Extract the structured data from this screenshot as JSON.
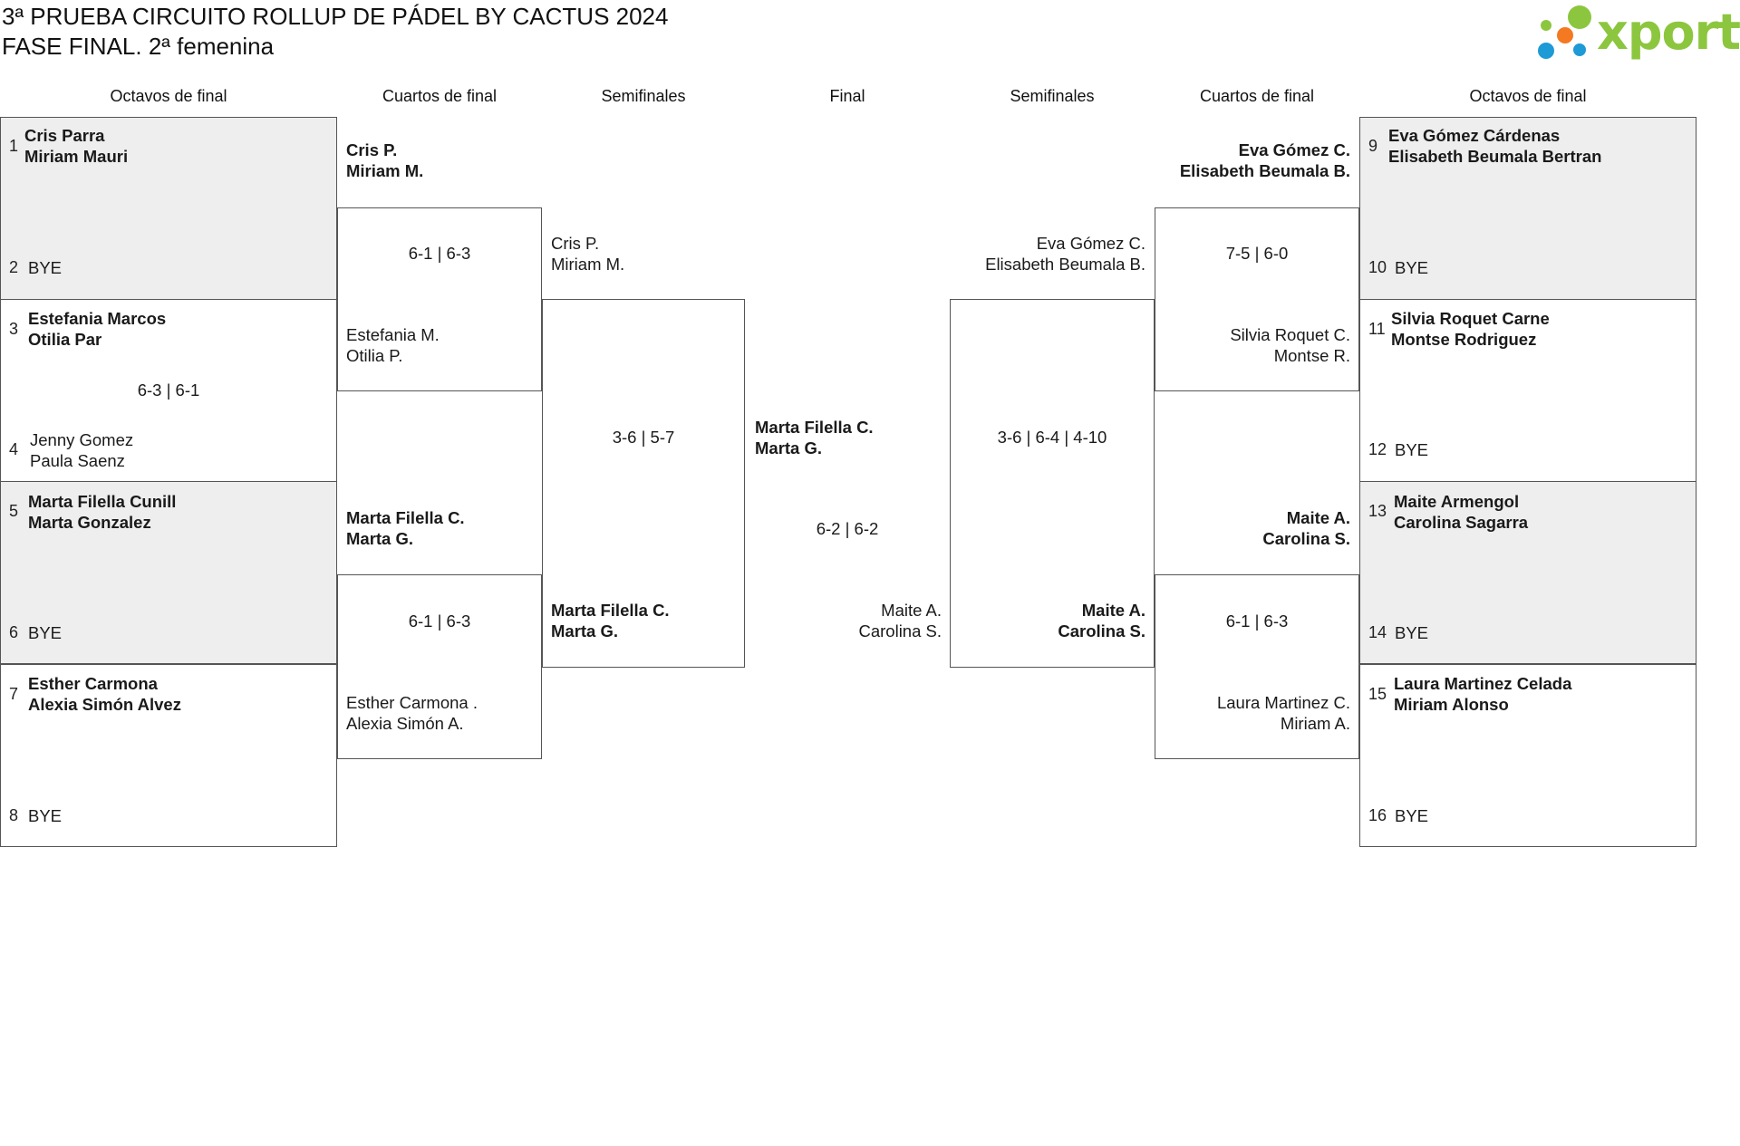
{
  "title": {
    "line1": "3ª PRUEBA CIRCUITO ROLLUP DE PÁDEL BY CACTUS 2024",
    "line2": "FASE FINAL. 2ª femenina"
  },
  "logo": {
    "text": "xporty",
    "colors": [
      "#8cc63f",
      "#f47920",
      "#1e9ad6"
    ]
  },
  "headers": {
    "r16_left": "Octavos de final",
    "qf_left": "Cuartos de final",
    "sf_left": "Semifinales",
    "final": "Final",
    "sf_right": "Semifinales",
    "qf_right": "Cuartos de final",
    "r16_right": "Octavos de final"
  },
  "r16_left": [
    {
      "seed_a": "1",
      "a1": "Cris Parra",
      "a2": "Miriam Mauri",
      "seed_b": "2",
      "b": "BYE",
      "score": ""
    },
    {
      "seed_a": "3",
      "a1": "Estefania Marcos",
      "a2": "Otilia Par",
      "seed_b": "4",
      "b1": "Jenny Gomez",
      "b2": "Paula Saenz",
      "score": "6-3 | 6-1"
    },
    {
      "seed_a": "5",
      "a1": "Marta Filella Cunill",
      "a2": "Marta Gonzalez",
      "seed_b": "6",
      "b": "BYE",
      "score": ""
    },
    {
      "seed_a": "7",
      "a1": "Esther Carmona",
      "a2": "Alexia Simón Alvez",
      "seed_b": "8",
      "b": "BYE",
      "score": ""
    }
  ],
  "qf_left": [
    {
      "a1": "Cris P.",
      "a2": "Miriam M.",
      "b1": "Estefania M.",
      "b2": "Otilia P.",
      "score": "6-1 | 6-3"
    },
    {
      "a1": "Marta Filella C.",
      "a2": "Marta G.",
      "b1": "Esther Carmona .",
      "b2": "Alexia Simón A.",
      "score": "6-1 | 6-3"
    }
  ],
  "sf_left": {
    "a1": "Cris P.",
    "a2": "Miriam M.",
    "b1": "Marta Filella C.",
    "b2": "Marta G.",
    "score": "3-6 | 5-7"
  },
  "final": {
    "a1": "Marta Filella C.",
    "a2": "Marta G.",
    "b1": "Maite A.",
    "b2": "Carolina S.",
    "score": "6-2 | 6-2"
  },
  "sf_right": {
    "a1": "Eva Gómez C.",
    "a2": "Elisabeth Beumala B.",
    "b1": "Maite A.",
    "b2": "Carolina S.",
    "score": "3-6 | 6-4 | 4-10"
  },
  "qf_right": [
    {
      "a1": "Eva Gómez C.",
      "a2": "Elisabeth Beumala B.",
      "b1": "Silvia Roquet C.",
      "b2": "Montse R.",
      "score": "7-5 | 6-0"
    },
    {
      "a1": "Maite A.",
      "a2": "Carolina S.",
      "b1": "Laura Martinez C.",
      "b2": "Miriam A.",
      "score": "6-1 | 6-3"
    }
  ],
  "r16_right": [
    {
      "seed_a": "9",
      "a1": "Eva Gómez Cárdenas",
      "a2": "Elisabeth Beumala Bertran",
      "seed_b": "10",
      "b": "BYE"
    },
    {
      "seed_a": "11",
      "a1": "Silvia Roquet Carne",
      "a2": "Montse Rodriguez",
      "seed_b": "12",
      "b": "BYE"
    },
    {
      "seed_a": "13",
      "a1": "Maite Armengol",
      "a2": "Carolina Sagarra",
      "seed_b": "14",
      "b": "BYE"
    },
    {
      "seed_a": "15",
      "a1": "Laura Martinez Celada",
      "a2": "Miriam Alonso",
      "seed_b": "16",
      "b": "BYE"
    }
  ]
}
